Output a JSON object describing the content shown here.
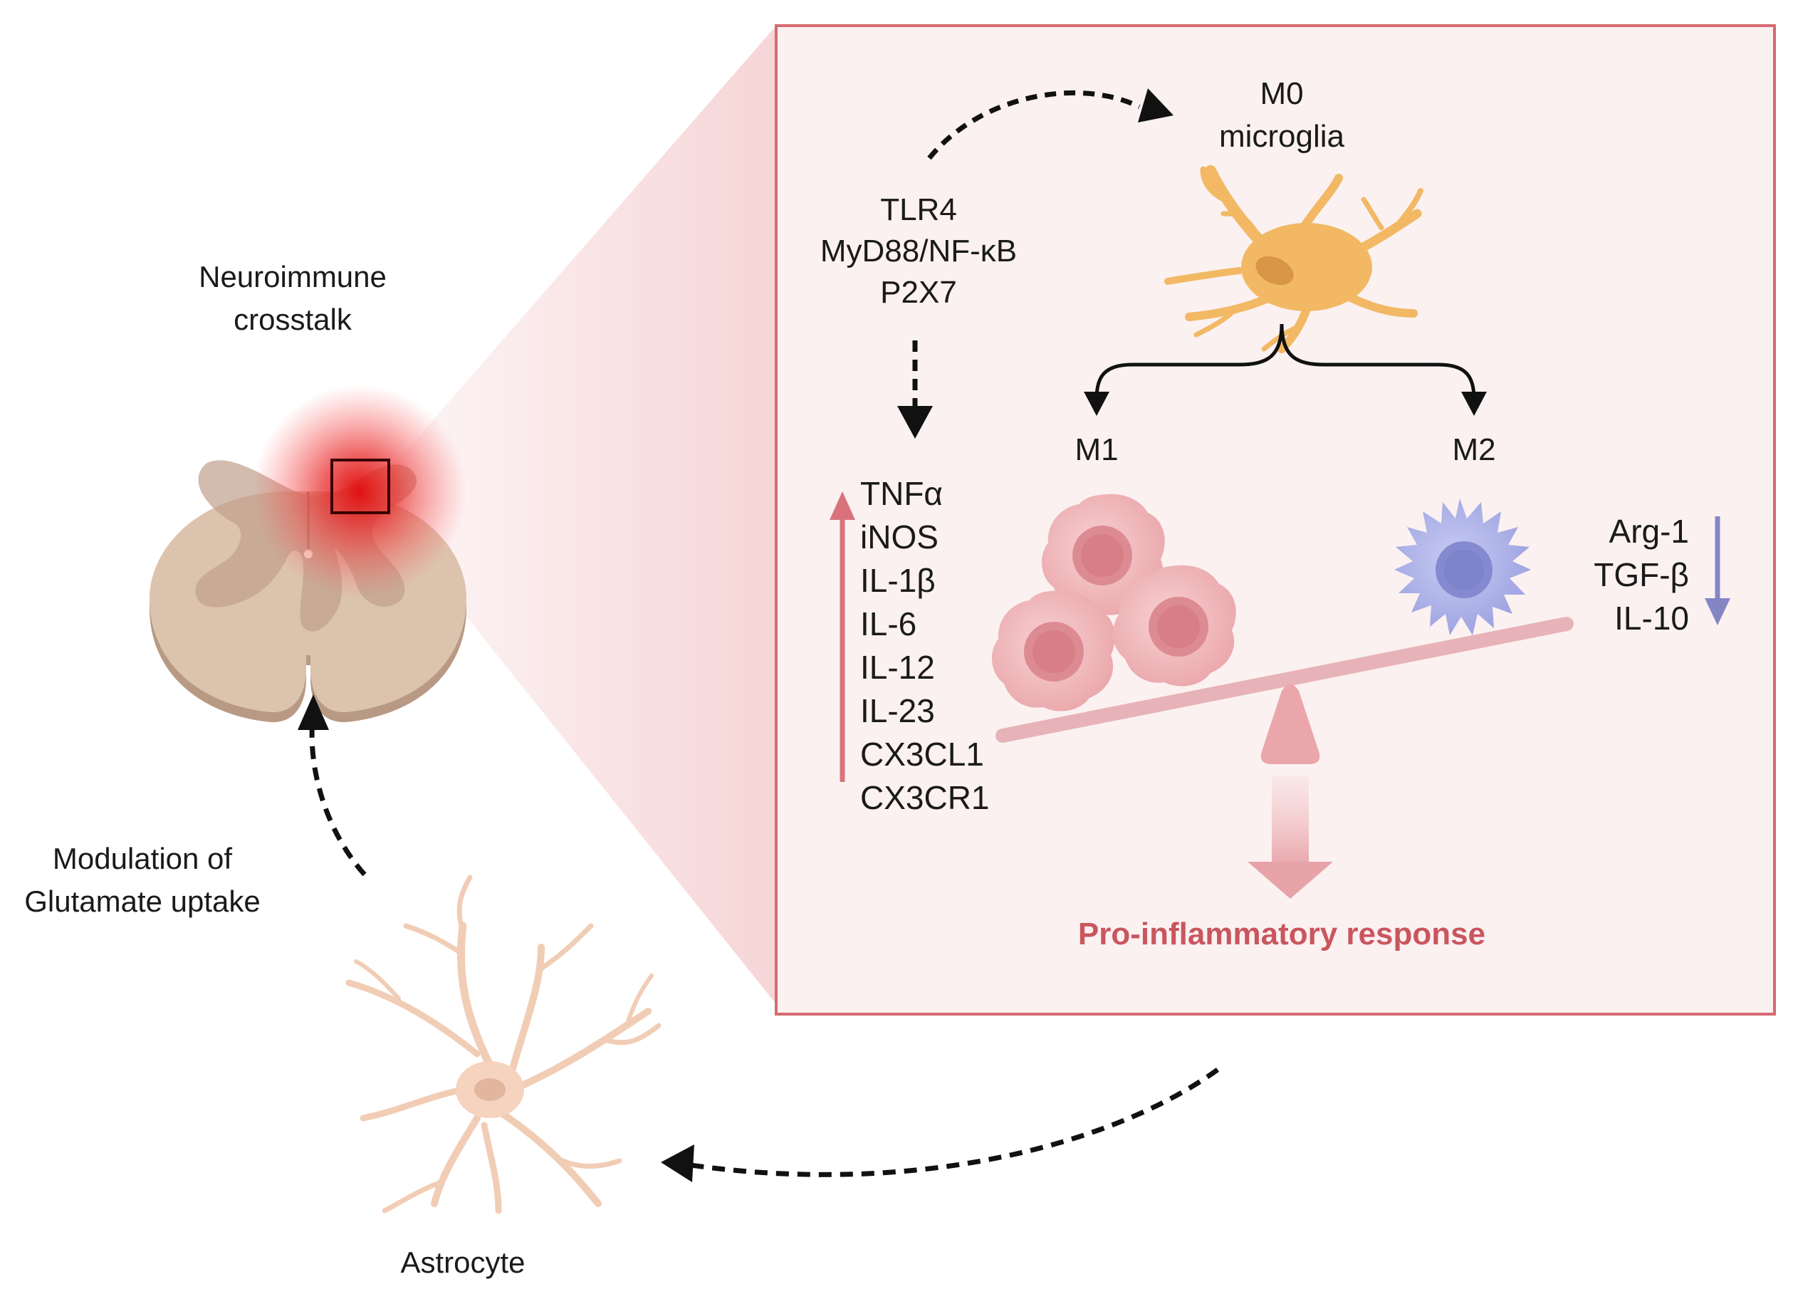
{
  "cord": {
    "title_line1": "Neuroimmune",
    "title_line2": "crosstalk"
  },
  "modulation": {
    "line1": "Modulation of",
    "line2": "Glutamate uptake"
  },
  "astrocyte": {
    "label": "Astrocyte"
  },
  "panel": {
    "m0_line1": "M0",
    "m0_line2": "microglia",
    "receptors": [
      "TLR4",
      "MyD88/NF-κB",
      "P2X7"
    ],
    "m1_label": "M1",
    "m2_label": "M2",
    "pro_cytokines": [
      "TNFα",
      "iNOS",
      "IL-1β",
      "IL-6",
      "IL-12",
      "IL-23",
      "CX3CL1",
      "CX3CR1"
    ],
    "anti_cytokines": [
      "Arg-1",
      "TGF-β",
      "IL-10"
    ],
    "response": "Pro-inflammatory response"
  },
  "colors": {
    "panel_border": "#d66a72",
    "panel_fill": "#fbf1f1",
    "pro": "#d9737b",
    "anti": "#8486c4",
    "microglia": "#f2b864",
    "m1_cell": "#eeb6b8",
    "m2_cell": "#a9aee6",
    "seesaw": "#e8b3b8",
    "cord_tissue": "#d9bea8",
    "astrocyte": "#f6d3bf"
  }
}
